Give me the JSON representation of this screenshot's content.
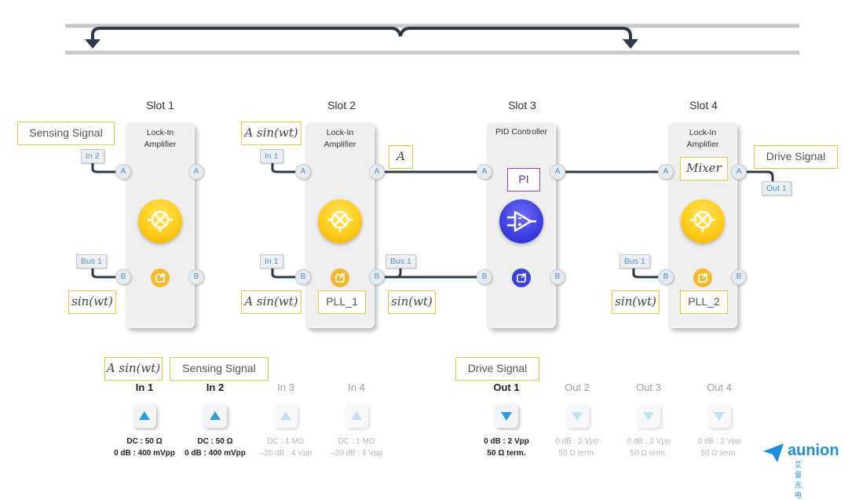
{
  "slots": [
    {
      "title": "Slot 1",
      "module": "Lock-In Amplifier",
      "portA": "A",
      "portB": "B"
    },
    {
      "title": "Slot 2",
      "module": "Lock-In Amplifier",
      "portA": "A",
      "portB": "B"
    },
    {
      "title": "Slot 3",
      "module": "PID Controller",
      "portA": "A",
      "portB": "B"
    },
    {
      "title": "Slot 4",
      "module": "Lock-In Amplifier",
      "portA": "A",
      "portB": "B"
    }
  ],
  "tags": {
    "s1_in": "In 2",
    "s1_bus": "Bus 1",
    "s2_in": "In 1",
    "s2_in_b": "In 1",
    "s2_bus_out": "Bus 1",
    "s4_bus": "Bus 1",
    "s4_out": "Out 1"
  },
  "annotations": {
    "sensing_signal": "Sensing Signal",
    "asin_s2": "A sin(wt)",
    "a_out": "A",
    "pi": "PI",
    "mixer": "Mixer",
    "drive_signal": "Drive Signal",
    "sin_s1": "sin(wt)",
    "asin_s2b": "A sin(wt)",
    "pll1": "PLL_1",
    "sin_s2": "sin(wt)",
    "sin_s4": "sin(wt)",
    "pll2": "PLL_2",
    "asin_in1": "A sin(wt)",
    "sensing_in2": "Sensing Signal",
    "drive_out1": "Drive Signal"
  },
  "inputs": [
    {
      "label": "In 1",
      "spec1": "DC : 50 Ω",
      "spec2": "0 dB : 400 mVpp",
      "active": true
    },
    {
      "label": "In 2",
      "spec1": "DC : 50 Ω",
      "spec2": "0 dB : 400 mVpp",
      "active": true
    },
    {
      "label": "In 3",
      "spec1": "DC : 1 MΩ",
      "spec2": "–20 dB : 4 Vpp",
      "active": false
    },
    {
      "label": "In 4",
      "spec1": "DC : 1 MΩ",
      "spec2": "–20 dB : 4 Vpp",
      "active": false
    }
  ],
  "outputs": [
    {
      "label": "Out 1",
      "spec1": "0 dB : 2 Vpp",
      "spec2": "50 Ω term.",
      "active": true
    },
    {
      "label": "Out 2",
      "spec1": "0 dB : 2 Vpp",
      "spec2": "50 Ω term.",
      "active": false
    },
    {
      "label": "Out 3",
      "spec1": "0 dB : 2 Vpp",
      "spec2": "50 Ω term.",
      "active": false
    },
    {
      "label": "Out 4",
      "spec1": "0 dB : 2 Vpp",
      "spec2": "50 Ω term.",
      "active": false
    }
  ],
  "logo": {
    "name": "aunion",
    "sub": "艾量光电"
  },
  "colors": {
    "annotation_border": "#d8d437",
    "pi_border": "#9b40d6",
    "port_text": "#4a90d9",
    "logo": "#1e8fd8"
  }
}
